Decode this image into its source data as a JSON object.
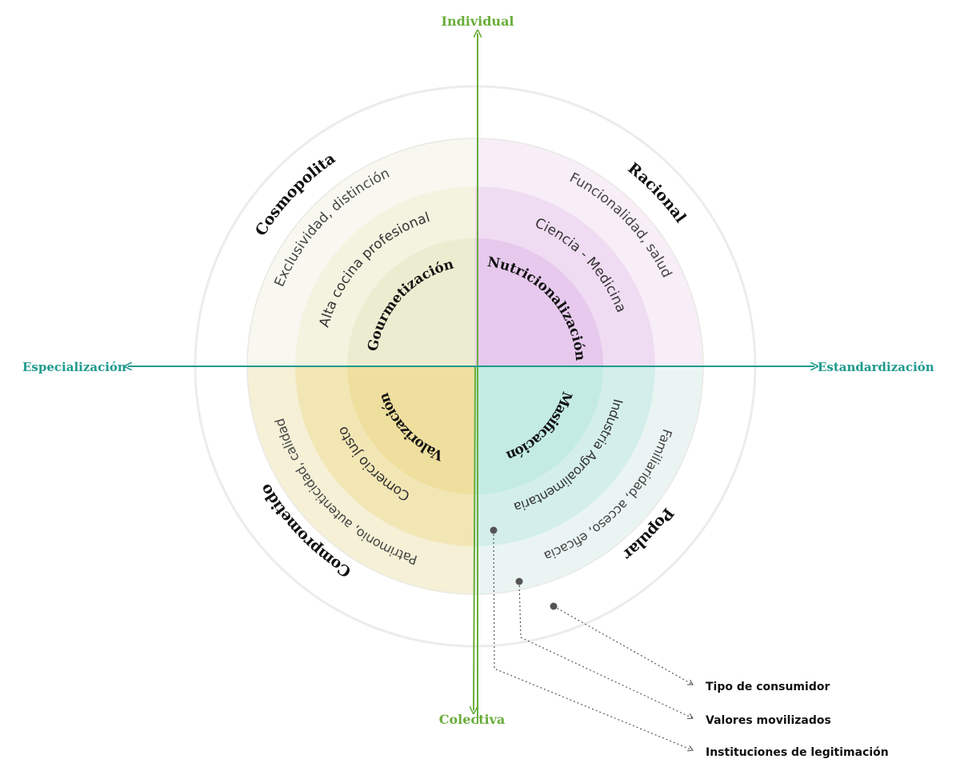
{
  "axes": {
    "top": "Individual",
    "bottom": "Colectiva",
    "left": "Especialización",
    "right": "Estandardización"
  },
  "quadrants": {
    "top_left": {
      "consumer": "Cosmopolita",
      "values": "Exclusividad, distinción",
      "institutions": "Alta cocina profesional",
      "process": "Gourmetización"
    },
    "top_right": {
      "consumer": "Racional",
      "values": "Funcionalidad, salud",
      "institutions": "Ciencia - Medicina",
      "process": "Nutricionalización"
    },
    "bottom_left": {
      "consumer": "Comprometido",
      "values": "Patrimonio, autenticidad, calidad",
      "institutions": "Comercio justo",
      "process": "Valorización"
    },
    "bottom_right": {
      "consumer": "Popular",
      "values": "Familiaridad, acceso, eficacia",
      "institutions": "Industria Agroalimentaria",
      "process": "Masificación"
    }
  },
  "legend": {
    "consumer": "Tipo de consumidor",
    "values": "Valores movilizados",
    "institutions": "Instituciones de legitimación"
  },
  "colors": {
    "vertical_axis": "#6aad3a",
    "horizontal_axis": "#1f9a8e",
    "top_left": [
      "#f8f8f1",
      "#f3f3e0",
      "#ececd0"
    ],
    "top_right": [
      "#f7eef8",
      "#f0dcf2",
      "#e6c9ed"
    ],
    "bottom_left": [
      "#f5f0d6",
      "#f2e6b5",
      "#efdf9e"
    ],
    "bottom_right": [
      "#eaf5f3",
      "#d4efeb",
      "#c3ebe4"
    ]
  }
}
